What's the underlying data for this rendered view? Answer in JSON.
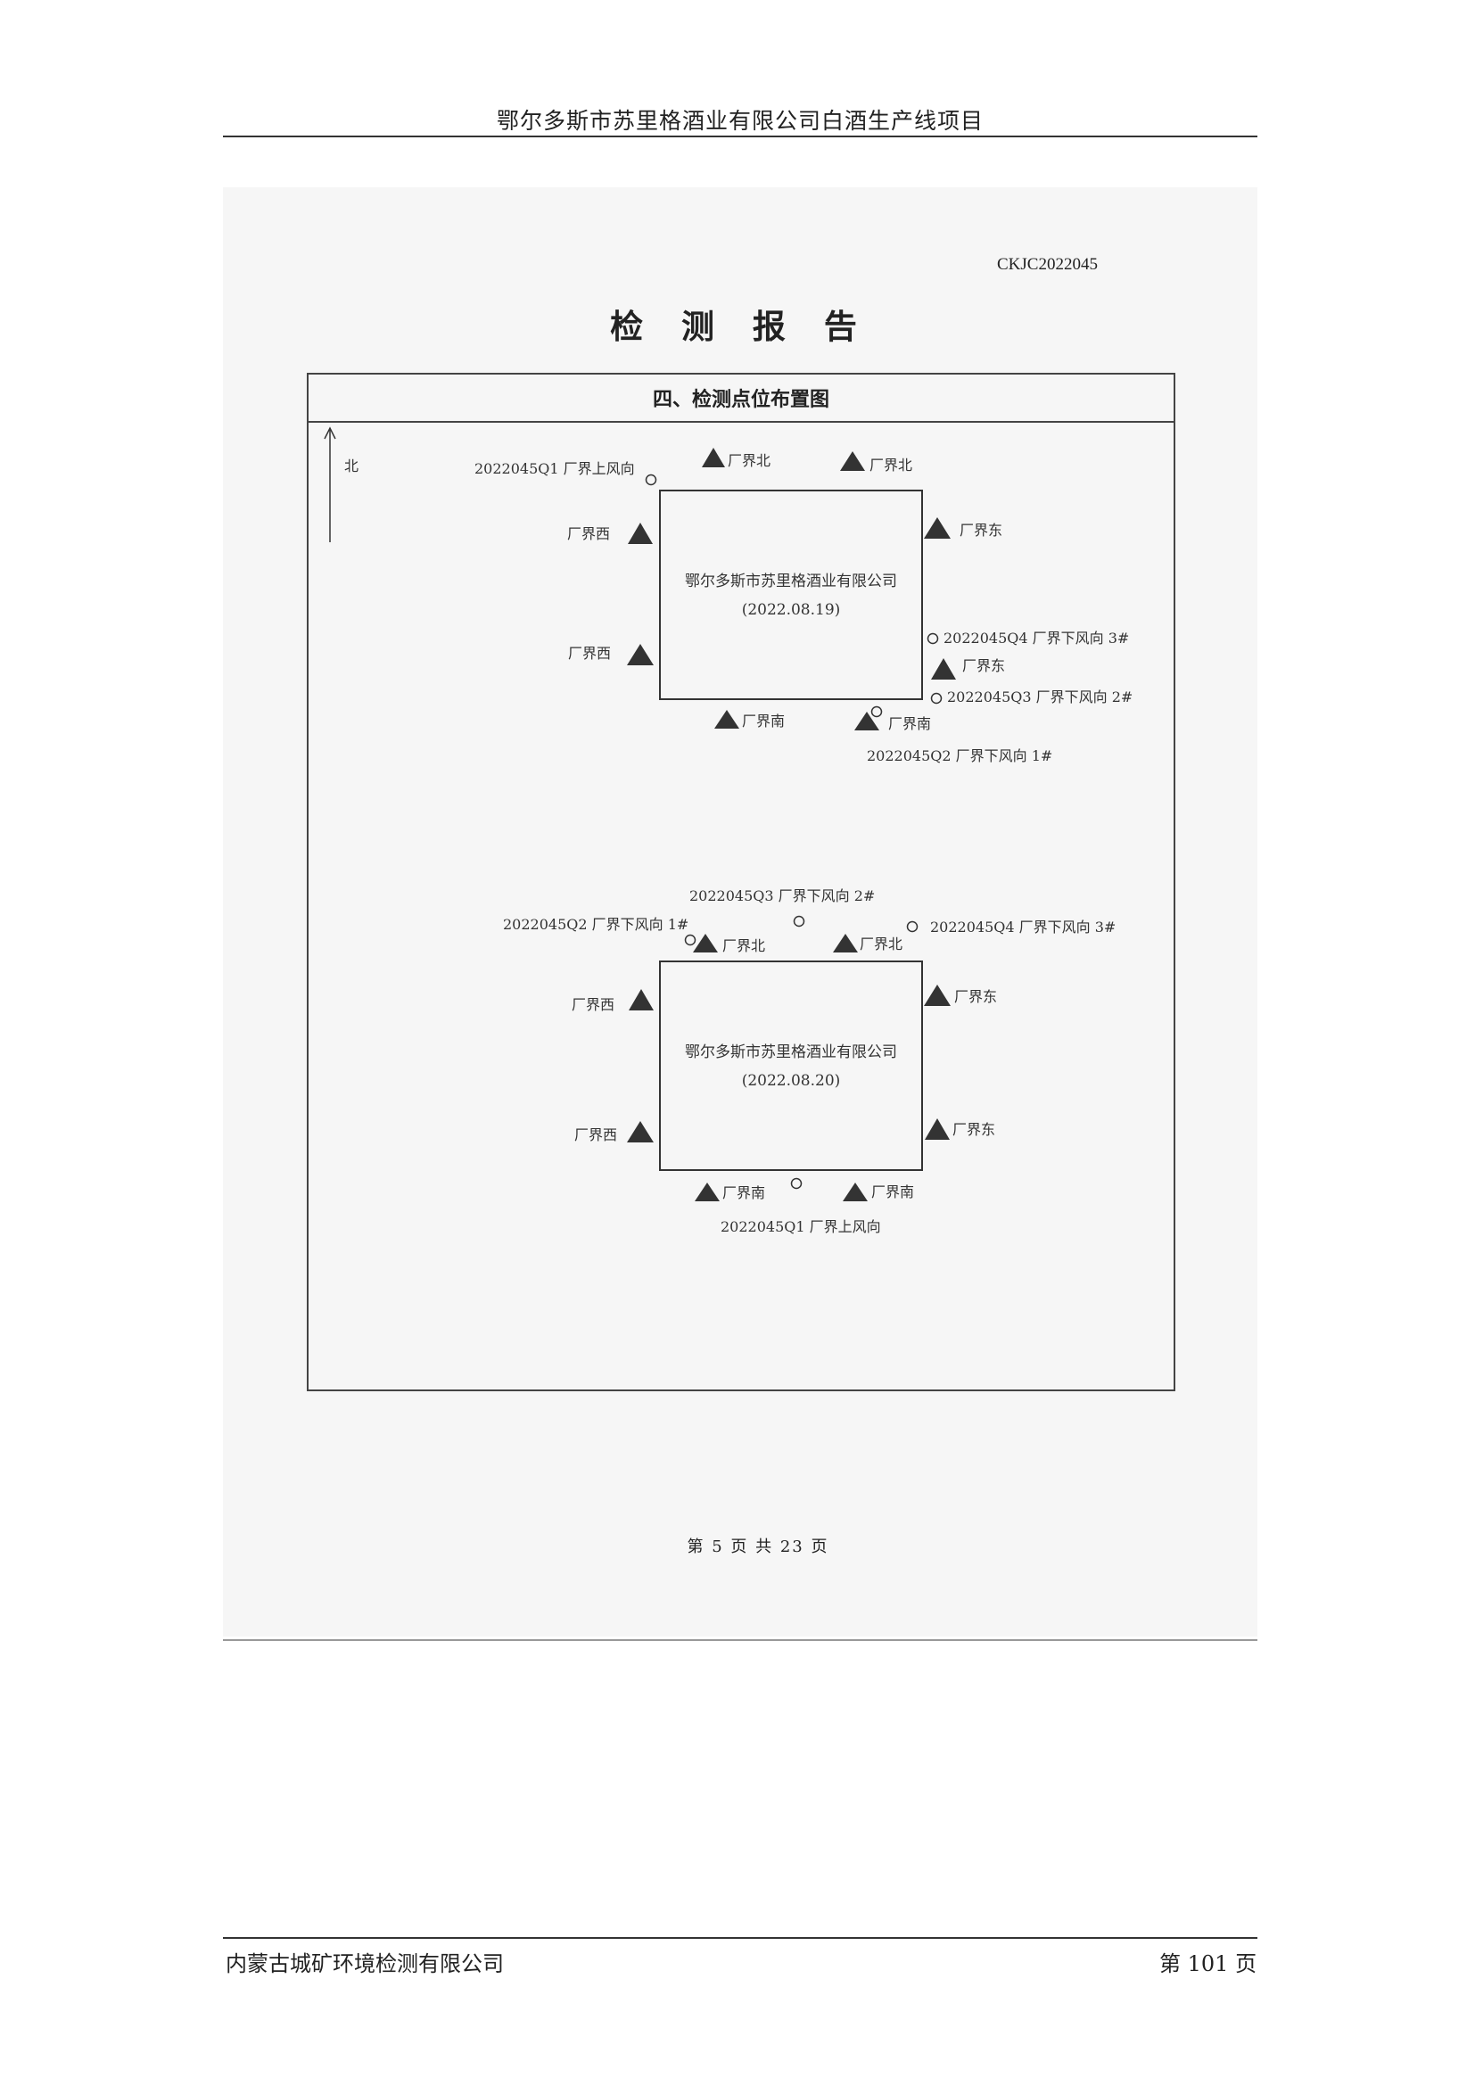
{
  "header": {
    "title": "鄂尔多斯市苏里格酒业有限公司白酒生产线项目"
  },
  "report": {
    "code": "CKJC2022045",
    "title": "检 测 报 告",
    "section_heading": "四、检测点位布置图",
    "page_number": "第 5 页 共 23 页"
  },
  "diagram": {
    "north_label": "北",
    "plot1": {
      "company": "鄂尔多斯市苏里格酒业有限公司",
      "date": "(2022.08.19)",
      "labels": {
        "north_a": "厂界北",
        "north_b": "厂界北",
        "west_a": "厂界西",
        "west_b": "厂界西",
        "east_a": "厂界东",
        "east_b": "厂界东",
        "south_a": "厂界南",
        "south_b": "厂界南",
        "q1": "2022045Q1 厂界上风向",
        "q4": "2022045Q4 厂界下风向 3#",
        "q3": "2022045Q3 厂界下风向 2#",
        "q2": "2022045Q2 厂界下风向 1#"
      }
    },
    "plot2": {
      "company": "鄂尔多斯市苏里格酒业有限公司",
      "date": "(2022.08.20)",
      "labels": {
        "north_a": "厂界北",
        "north_b": "厂界北",
        "west_a": "厂界西",
        "west_b": "厂界西",
        "east_a": "厂界东",
        "east_b": "厂界东",
        "south_a": "厂界南",
        "south_b": "厂界南",
        "q3": "2022045Q3 厂界下风向 2#",
        "q2": "2022045Q2 厂界下风向 1#",
        "q4": "2022045Q4 厂界下风向 3#",
        "q1": "2022045Q1 厂界上风向"
      }
    }
  },
  "footer": {
    "company": "内蒙古城矿环境检测有限公司",
    "page": "第 101 页"
  }
}
